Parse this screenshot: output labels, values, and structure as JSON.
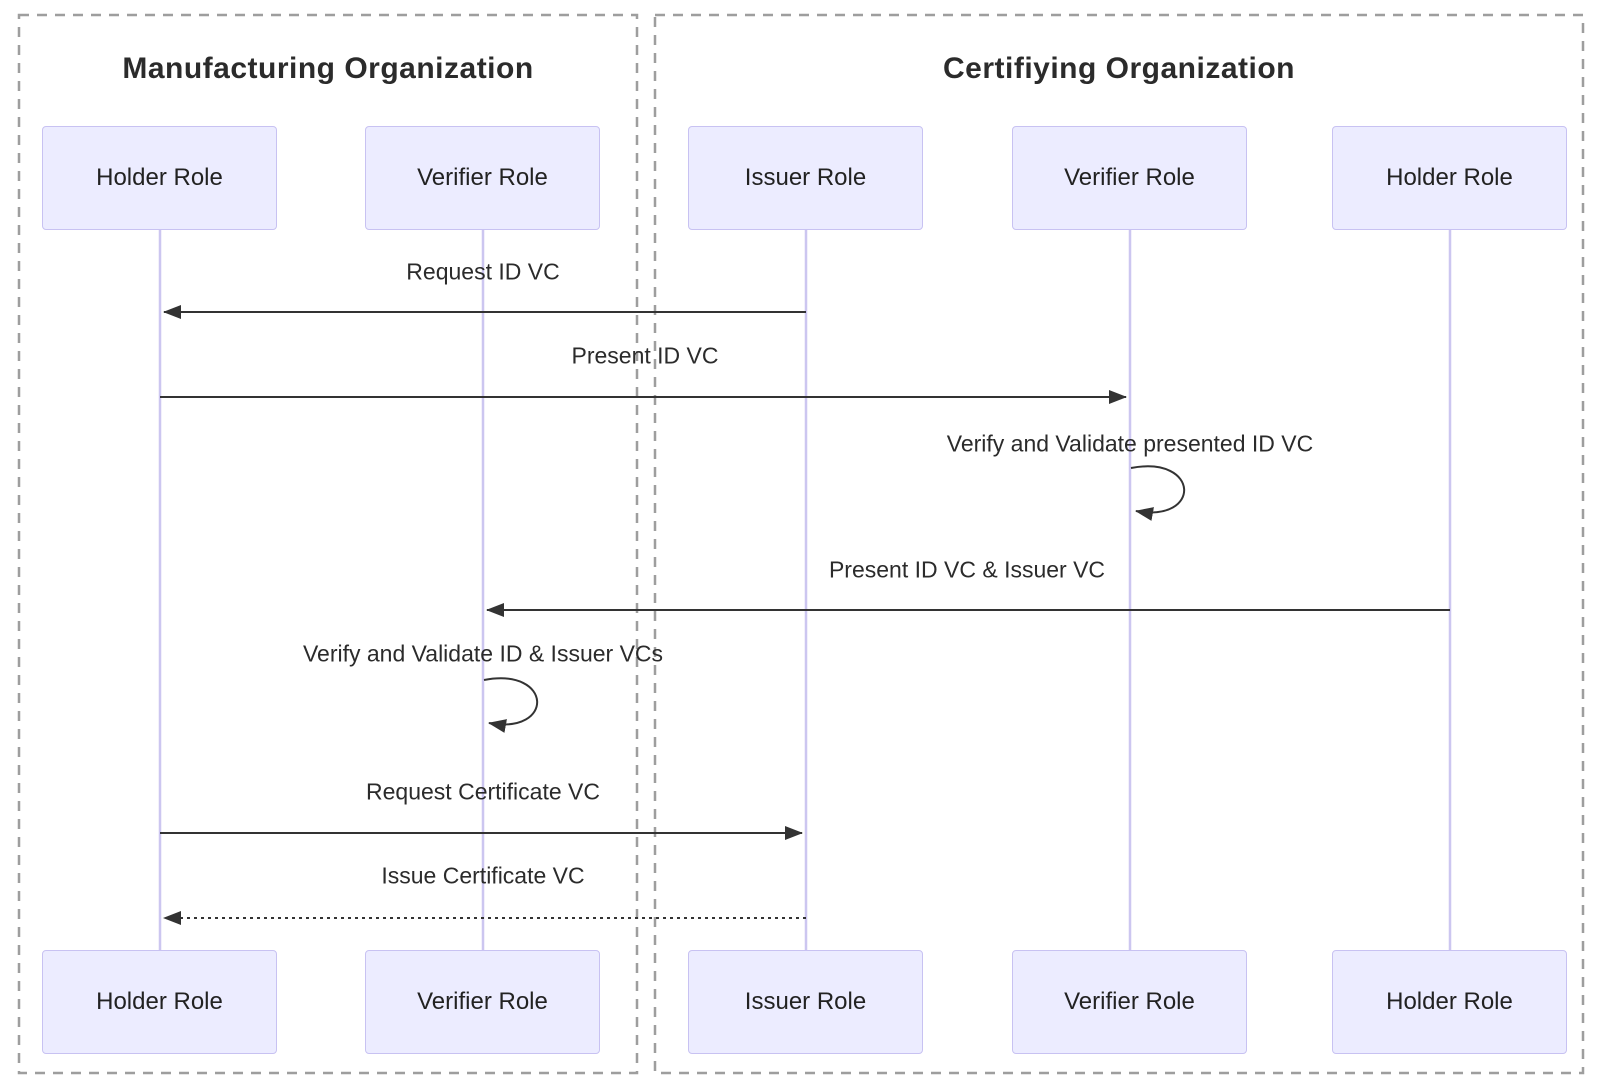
{
  "diagram_type": "sequence-diagram",
  "orgs": [
    {
      "title": "Manufacturing Organization",
      "actors": [
        "Holder Role",
        "Verifier Role"
      ]
    },
    {
      "title": "Certifiying Organization",
      "actors": [
        "Issuer Role",
        "Verifier Role",
        "Holder Role"
      ]
    }
  ],
  "actors": [
    {
      "label": "Holder Role",
      "org": "Manufacturing Organization"
    },
    {
      "label": "Verifier Role",
      "org": "Manufacturing Organization"
    },
    {
      "label": "Issuer Role",
      "org": "Certifiying Organization"
    },
    {
      "label": "Verifier Role",
      "org": "Certifiying Organization"
    },
    {
      "label": "Holder Role",
      "org": "Certifiying Organization"
    }
  ],
  "messages": [
    {
      "label": "Request ID VC",
      "from": "Issuer Role (Certifiying Organization)",
      "to": "Holder Role (Manufacturing Organization)",
      "line": "solid"
    },
    {
      "label": "Present ID VC",
      "from": "Holder Role (Manufacturing Organization)",
      "to": "Verifier Role (Certifiying Organization)",
      "line": "solid"
    },
    {
      "label": "Verify and Validate presented ID VC",
      "from": "Verifier Role (Certifiying Organization)",
      "to": "Verifier Role (Certifiying Organization)",
      "line": "self-loop"
    },
    {
      "label": "Present ID VC & Issuer VC",
      "from": "Holder Role (Certifiying Organization)",
      "to": "Verifier Role (Manufacturing Organization)",
      "line": "solid"
    },
    {
      "label": "Verify and Validate ID & Issuer VCs",
      "from": "Verifier Role (Manufacturing Organization)",
      "to": "Verifier Role (Manufacturing Organization)",
      "line": "self-loop"
    },
    {
      "label": "Request Certificate VC",
      "from": "Holder Role (Manufacturing Organization)",
      "to": "Issuer Role (Certifiying Organization)",
      "line": "solid"
    },
    {
      "label": "Issue Certificate VC",
      "from": "Issuer Role (Certifiying Organization)",
      "to": "Holder Role (Manufacturing Organization)",
      "line": "dotted"
    }
  ],
  "colors": {
    "actor_fill": "#ECECFF",
    "actor_border": "#C8C2F2",
    "lifeline": "#CCC6F0",
    "arrow": "#333333",
    "org_border": "#9E9E9E",
    "text": "#2B2B2B",
    "background": "#FFFFFF"
  }
}
